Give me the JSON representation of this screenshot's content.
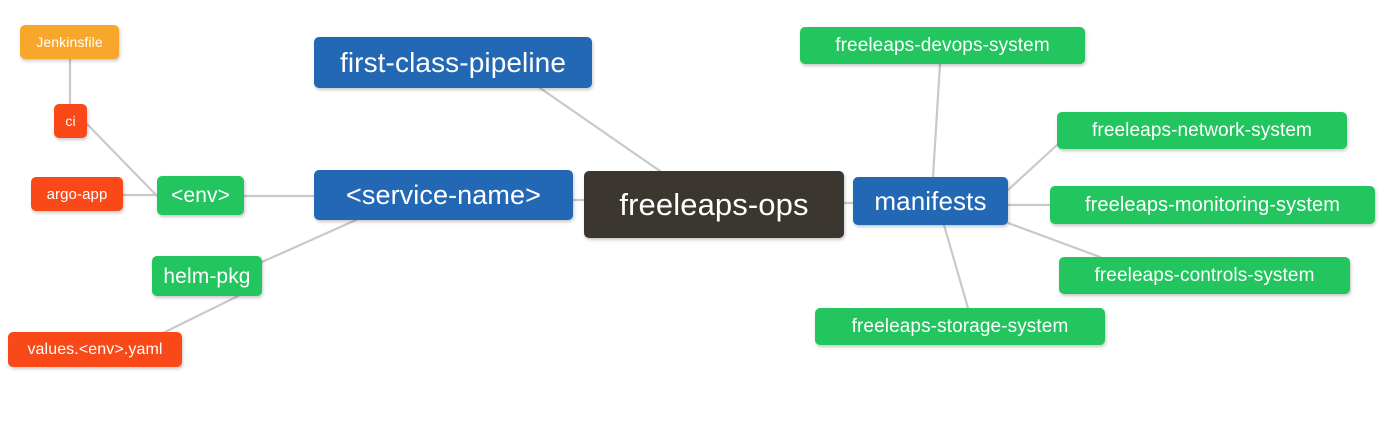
{
  "diagram": {
    "type": "mindmap",
    "title": "freeleaps-ops",
    "background": "#ffffff",
    "edge_color": "#c8c8c8",
    "palette": {
      "root": "#3b3630",
      "blue": "#2368b4",
      "green": "#22c55e",
      "orange": "#f9a72b",
      "red_orange": "#f94918"
    },
    "nodes": [
      {
        "id": "jenkinsfile",
        "label": "Jenkinsfile",
        "color": "#f9a72b"
      },
      {
        "id": "ci",
        "label": "ci",
        "color": "#f94918"
      },
      {
        "id": "argo-app",
        "label": "argo-app",
        "color": "#f94918"
      },
      {
        "id": "values-yaml",
        "label": "values.<env>.yaml",
        "color": "#f94918"
      },
      {
        "id": "env",
        "label": "<env>",
        "color": "#22c55e"
      },
      {
        "id": "helm-pkg",
        "label": "helm-pkg",
        "color": "#22c55e"
      },
      {
        "id": "first-class-pipeline",
        "label": "first-class-pipeline",
        "color": "#2368b4"
      },
      {
        "id": "service-name",
        "label": "<service-name>",
        "color": "#2368b4"
      },
      {
        "id": "freeleaps-ops",
        "label": "freeleaps-ops",
        "color": "#3b3630"
      },
      {
        "id": "manifests",
        "label": "manifests",
        "color": "#2368b4"
      },
      {
        "id": "devops-system",
        "label": "freeleaps-devops-system",
        "color": "#22c55e"
      },
      {
        "id": "network-system",
        "label": "freeleaps-network-system",
        "color": "#22c55e"
      },
      {
        "id": "monitoring-system",
        "label": "freeleaps-monitoring-system",
        "color": "#22c55e"
      },
      {
        "id": "controls-system",
        "label": "freeleaps-controls-system",
        "color": "#22c55e"
      },
      {
        "id": "storage-system",
        "label": "freeleaps-storage-system",
        "color": "#22c55e"
      }
    ],
    "edges": [
      {
        "from": "jenkinsfile",
        "to": "ci"
      },
      {
        "from": "ci",
        "to": "env"
      },
      {
        "from": "argo-app",
        "to": "env"
      },
      {
        "from": "env",
        "to": "service-name"
      },
      {
        "from": "helm-pkg",
        "to": "service-name"
      },
      {
        "from": "values-yaml",
        "to": "helm-pkg"
      },
      {
        "from": "first-class-pipeline",
        "to": "freeleaps-ops"
      },
      {
        "from": "service-name",
        "to": "freeleaps-ops"
      },
      {
        "from": "freeleaps-ops",
        "to": "manifests"
      },
      {
        "from": "manifests",
        "to": "devops-system"
      },
      {
        "from": "manifests",
        "to": "network-system"
      },
      {
        "from": "manifests",
        "to": "monitoring-system"
      },
      {
        "from": "manifests",
        "to": "controls-system"
      },
      {
        "from": "manifests",
        "to": "storage-system"
      }
    ]
  }
}
